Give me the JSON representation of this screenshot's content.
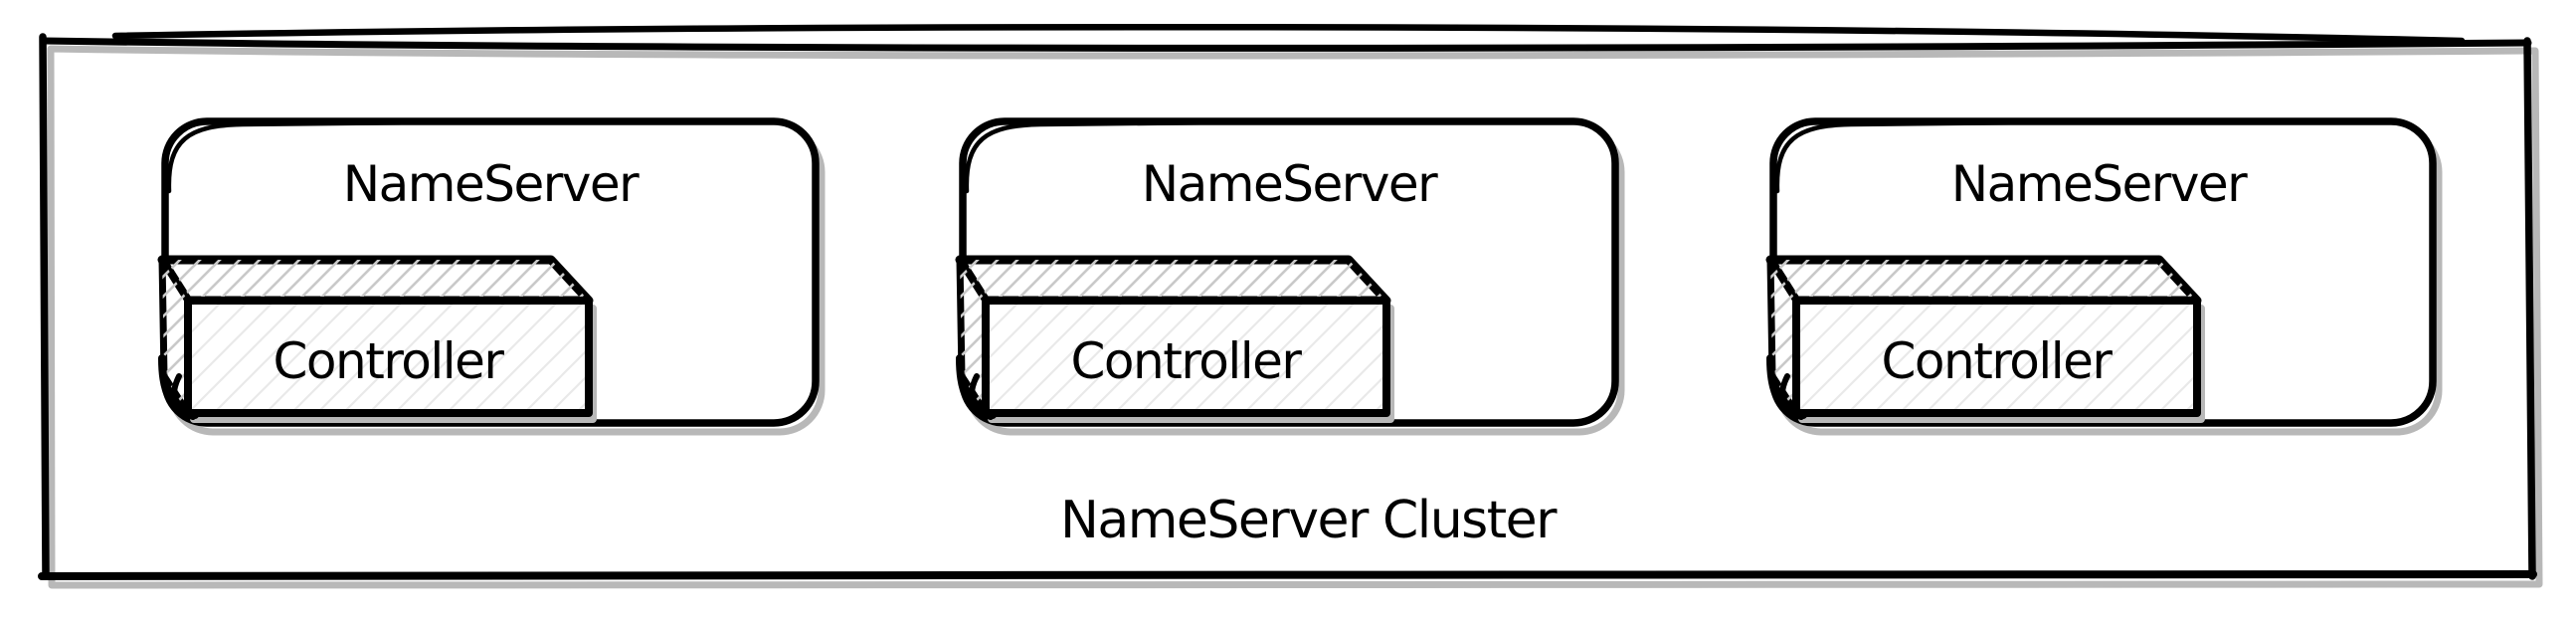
{
  "diagram": {
    "cluster_label": "NameServer Cluster",
    "nodes": [
      {
        "label": "NameServer",
        "component": "Controller"
      },
      {
        "label": "NameServer",
        "component": "Controller"
      },
      {
        "label": "NameServer",
        "component": "Controller"
      }
    ],
    "colors": {
      "stroke": "#000000",
      "shadow": "#b8b8b8",
      "hatch": "#c9c9c9",
      "hatch_faint": "#e9e9e9",
      "background": "#ffffff",
      "node_fill": "#ffffff"
    }
  }
}
